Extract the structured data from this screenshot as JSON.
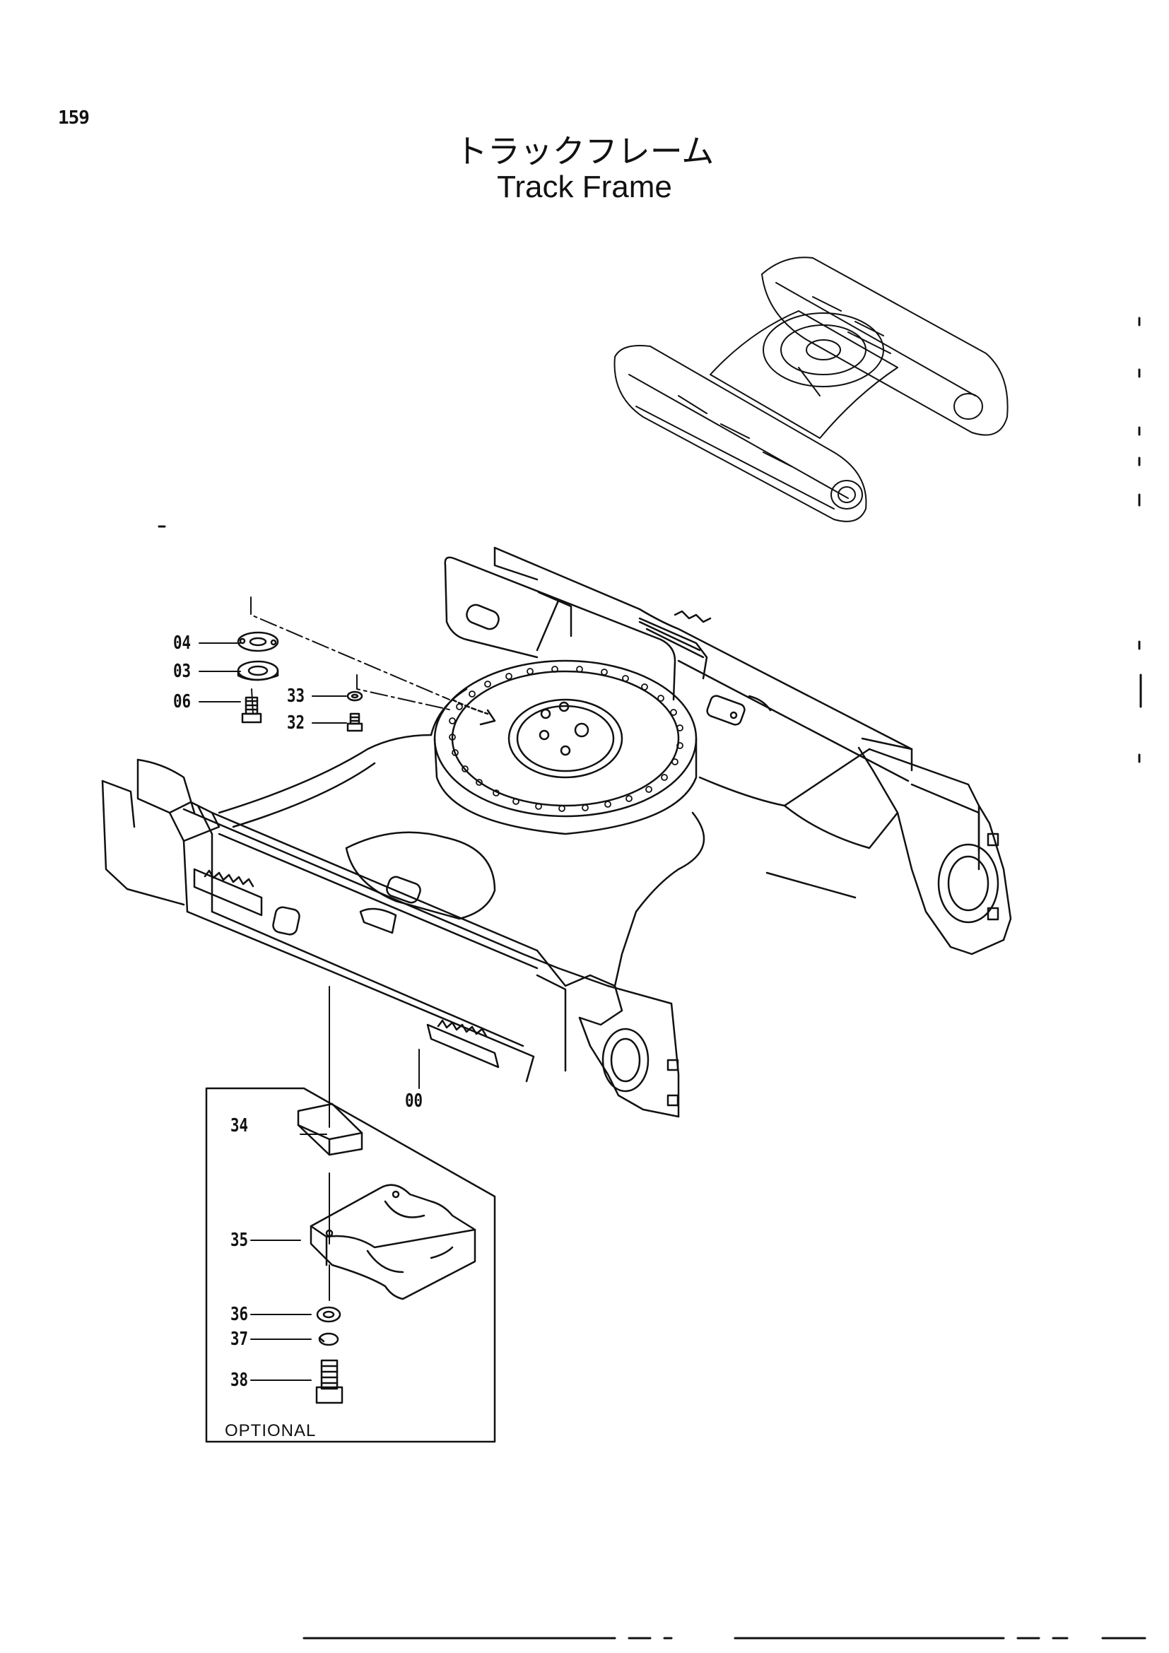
{
  "page": {
    "number": "159",
    "title_ja": "トラックフレーム",
    "title_en": "Track Frame"
  },
  "callouts": [
    "04",
    "03",
    "06",
    "33",
    "32",
    "00",
    "34",
    "35",
    "36",
    "37",
    "38"
  ],
  "optional_label": "OPTIONAL",
  "colors": {
    "line": "#111111",
    "paper": "#ffffff"
  }
}
